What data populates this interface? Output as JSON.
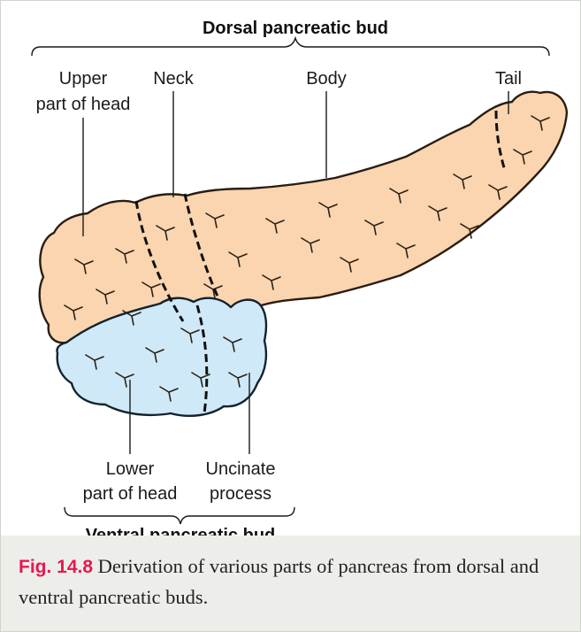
{
  "diagram": {
    "dorsal_bud_title": "Dorsal pancreatic bud",
    "ventral_bud_title": "Ventral pancreatic bud",
    "labels": {
      "upper_head_line1": "Upper",
      "upper_head_line2": "part of head",
      "neck": "Neck",
      "body": "Body",
      "tail": "Tail",
      "lower_head_line1": "Lower",
      "lower_head_line2": "part of head",
      "uncinate_line1": "Uncinate",
      "uncinate_line2": "process"
    },
    "colors": {
      "dorsal_fill": "#fbd5af",
      "ventral_fill": "#cfe9f8",
      "fig_number": "#e8174f",
      "caption_bg": "#edeee9"
    }
  },
  "caption": {
    "number": "Fig. 14.8",
    "text": "Derivation of various parts of pancreas from dorsal and ventral pancreatic buds."
  }
}
